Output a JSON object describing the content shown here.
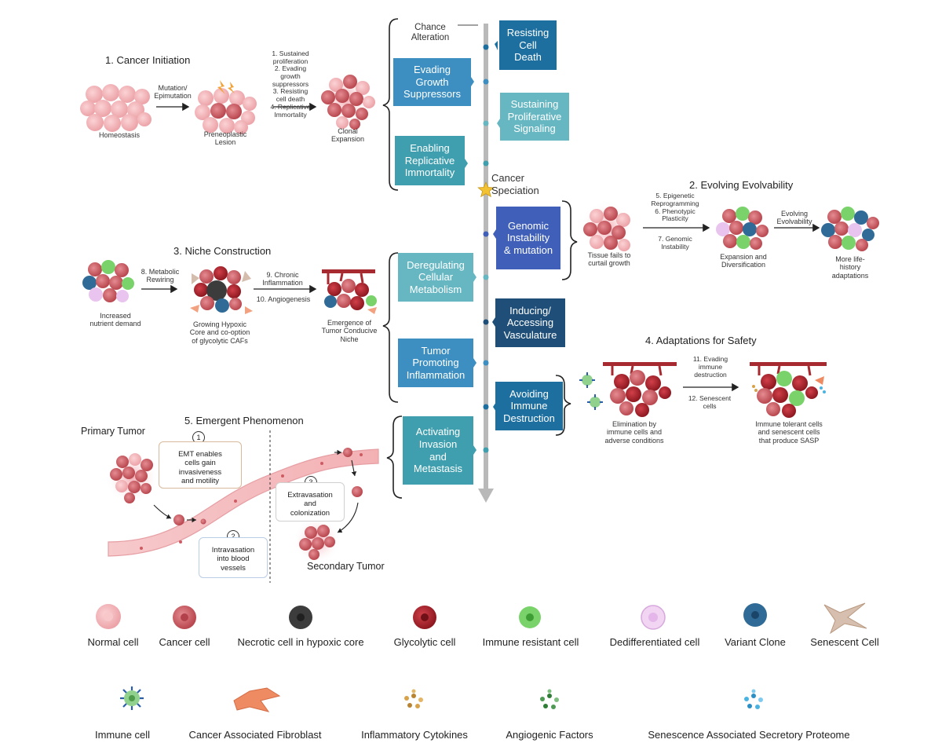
{
  "timeline": {
    "top_label": "Chance\nAlteration",
    "speciation_label": "Cancer\nSpeciation"
  },
  "hallmarks": {
    "resisting_cell_death": "Resisting\nCell\nDeath",
    "evading_growth_suppressors": "Evading\nGrowth\nSuppressors",
    "sustaining_proliferative_signaling": "Sustaining\nProliferative\nSignaling",
    "enabling_replicative_immortality": "Enabling\nReplicative\nImmortality",
    "genomic_instability": "Genomic\nInstability\n& mutation",
    "deregulating_cellular_metabolism": "Deregulating\nCellular\nMetabolism",
    "inducing_vasculature": "Inducing/\nAccessing\nVasculature",
    "tumor_promoting_inflammation": "Tumor\nPromoting\nInflammation",
    "avoiding_immune_destruction": "Avoiding\nImmune\nDestruction",
    "activating_invasion": "Activating\nInvasion\nand\nMetastasis"
  },
  "section1": {
    "title": "1.  Cancer Initiation",
    "homeostasis": "Homeostasis",
    "mutation": "Mutation/\nEpimutation",
    "preneoplastic": "Preneoplastic\nLesion",
    "steps": "1. Sustained\nproliferation\n2. Evading\ngrowth\nsuppressors\n3. Resisting\ncell death\n4. Replicative\nImmortality",
    "clonal": "Clonal\nExpansion"
  },
  "section2": {
    "title": "2. Evolving Evolvability",
    "tissue_fails": "Tissue fails to\ncurtail growth",
    "steps_a": "5. Epigenetic\nReprogramming\n6. Phenotypic\nPlasticity",
    "steps_b": "7. Genomic\nInstability",
    "expansion": "Expansion and\nDiversification",
    "evolving": "Evolving\nEvolvability",
    "more_life": "More life-\nhistory\nadaptations"
  },
  "section3": {
    "title": "3. Niche Construction",
    "metabolic": "8. Metabolic\nRewiring",
    "increased": "Increased\nnutrient demand",
    "growing": "Growing Hypoxic\nCore and co-option\nof glycolytic CAFs",
    "chronic": "9. Chronic\nInflammation",
    "angio": "10. Angiogenesis",
    "emergence": "Emergence of\nTumor Conducive\nNiche"
  },
  "section4": {
    "title": "4. Adaptations for Safety",
    "evading": "11. Evading\nimmune\ndestruction",
    "senescent": "12. Senescent\ncells",
    "elimination": "Elimination by\nimmune cells and\nadverse conditions",
    "tolerant": "Immune tolerant cells\nand senescent cells\nthat produce SASP"
  },
  "section5": {
    "title": "5. Emergent Phenomenon",
    "primary": "Primary Tumor",
    "n1": "1",
    "emt": "EMT enables\ncells gain\ninvasiveness\nand motility",
    "n2": "2",
    "intravasation": "Intravasation\ninto blood\nvessels",
    "n3": "3",
    "extravasation": "Extravasation\nand\ncolonization",
    "secondary": "Secondary Tumor"
  },
  "legend": {
    "row1": [
      {
        "label": "Normal cell",
        "icon": "normal-cell-icon",
        "color": "#f2b3b6"
      },
      {
        "label": "Cancer cell",
        "icon": "cancer-cell-icon",
        "color": "#d4676e"
      },
      {
        "label": "Necrotic cell in hypoxic core",
        "icon": "necrotic-cell-icon",
        "color": "#3c3c3c"
      },
      {
        "label": "Glycolytic cell",
        "icon": "glycolytic-cell-icon",
        "color": "#b8242d"
      },
      {
        "label": "Immune resistant cell",
        "icon": "immune-resistant-cell-icon",
        "color": "#79d36a"
      },
      {
        "label": "Dedifferentiated cell",
        "icon": "dedifferentiated-cell-icon",
        "color": "#e9c4ee"
      },
      {
        "label": "Variant Clone",
        "icon": "variant-clone-icon",
        "color": "#2f6b96"
      },
      {
        "label": "Senescent Cell",
        "icon": "senescent-cell-icon",
        "color": "#c9ad98"
      }
    ],
    "row2": [
      {
        "label": "Immune cell",
        "icon": "immune-cell-icon",
        "color": "#8fd18d"
      },
      {
        "label": "Cancer Associated Fibroblast",
        "icon": "fibroblast-icon",
        "color": "#ef8b62"
      },
      {
        "label": "Inflammatory Cytokines",
        "icon": "cytokines-icon",
        "color": "#d8a24a"
      },
      {
        "label": "Angiogenic Factors",
        "icon": "angiogenic-factors-icon",
        "color": "#4e9a55"
      },
      {
        "label": "Senescence Associated Secretory Proteome",
        "icon": "sasp-icon",
        "color": "#4bb3e0"
      }
    ]
  },
  "colors": {
    "teal_light": "#67b7c2",
    "teal": "#3f9fae",
    "blue_mid": "#3c8fc0",
    "blue_dark": "#1d6f9f",
    "indigo": "#3f5fb8",
    "navy": "#1f4f78",
    "axis": "#b9b9b9"
  }
}
